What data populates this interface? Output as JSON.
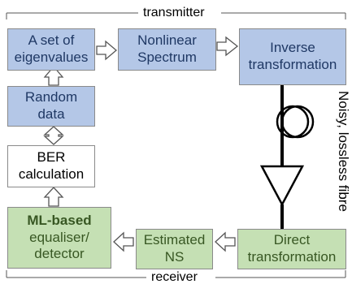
{
  "sections": {
    "transmitter": "transmitter",
    "receiver": "receiver"
  },
  "channel_label": "Noisy, lossless fibre",
  "blocks": {
    "eigenvalues": {
      "line1": "A set of",
      "line2": "eigenvalues"
    },
    "nonlinear_spectrum": {
      "line1": "Nonlinear",
      "line2": "Spectrum"
    },
    "inverse_transformation": {
      "line1": "Inverse",
      "line2": "transformation"
    },
    "random_data": {
      "line1": "Random",
      "line2": "data"
    },
    "ber_calculation": {
      "line1": "BER",
      "line2": "calculation"
    },
    "ml_equaliser": {
      "line1": "ML-based",
      "line2": "equaliser/",
      "line3": "detector"
    },
    "estimated_ns": {
      "line1": "Estimated",
      "line2": "NS"
    },
    "direct_transformation": {
      "line1": "Direct",
      "line2": "transformation"
    }
  },
  "colors": {
    "transmitter_block": "#b4c7e7",
    "receiver_block": "#c5e0b4",
    "neutral_block": "#ffffff",
    "border": "#8a8a8a",
    "transmitter_text": "#1f3864",
    "receiver_text": "#385723"
  }
}
